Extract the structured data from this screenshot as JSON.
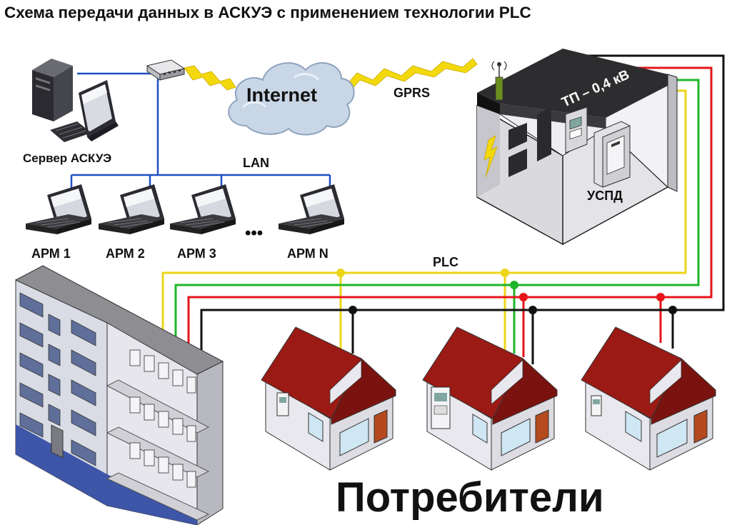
{
  "title": "Схема передачи данных в АСКУЭ с применением технологии PLC",
  "labels": {
    "internet": "Internet",
    "gprs": "GPRS",
    "server": "Сервер АСКУЭ",
    "lan": "LAN",
    "arm1": "АРМ 1",
    "arm2": "АРМ 2",
    "arm3": "АРМ 3",
    "ellipsis": "•••",
    "armN": "АРМ N",
    "substation": "ТП – 0,4 кВ",
    "uspd": "УСПД",
    "plc": "PLC",
    "consumers": "Потребители"
  },
  "colors": {
    "line_yellow": "#ecd51a",
    "line_green": "#1fb52b",
    "line_red": "#e5151a",
    "line_black": "#111111",
    "lan_blue": "#1f4fc4",
    "roof_red": "#9b1a14",
    "wall_grey": "#e8e8ee",
    "cloud": "#c9d6e6"
  }
}
